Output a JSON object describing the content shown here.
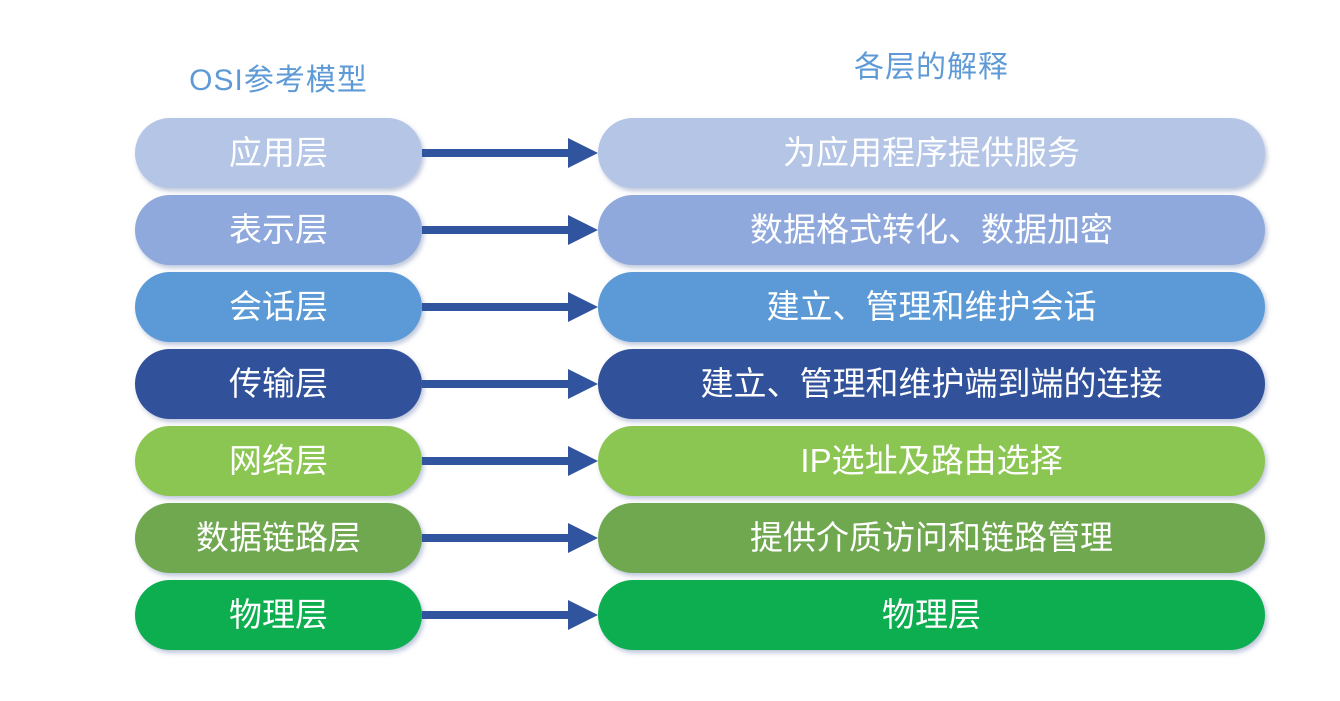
{
  "titles": {
    "left": "OSI参考模型",
    "right": "各层的解释"
  },
  "colors": {
    "title": "#5e9ad6",
    "arrow": "#31549f",
    "background": "#ffffff",
    "pill_text": "#ffffff"
  },
  "icons": {
    "arrow": "right-arrow"
  },
  "layers": [
    {
      "name": "应用层",
      "description": "为应用程序提供服务",
      "color": "#b4c5e6"
    },
    {
      "name": "表示层",
      "description": "数据格式转化、数据加密",
      "color": "#8fa9dc"
    },
    {
      "name": "会话层",
      "description": "建立、管理和维护会话",
      "color": "#5b9ad6"
    },
    {
      "name": "传输层",
      "description": "建立、管理和维护端到端的连接",
      "color": "#31519b"
    },
    {
      "name": "网络层",
      "description": "IP选址及路由选择",
      "color": "#8cc652"
    },
    {
      "name": "数据链路层",
      "description": "提供介质访问和链路管理",
      "color": "#70a850"
    },
    {
      "name": "物理层",
      "description": "物理层",
      "color": "#0cae4f"
    }
  ]
}
